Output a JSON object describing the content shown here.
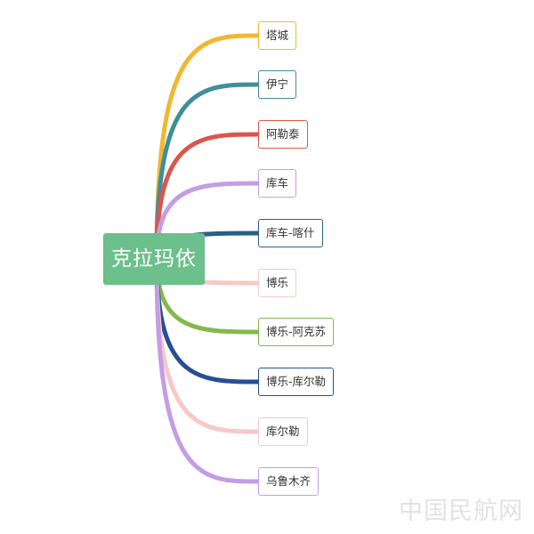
{
  "root": {
    "label": "克拉玛依",
    "color": "#6cc08b"
  },
  "children": [
    {
      "label": "塔城",
      "color": "#f2b731"
    },
    {
      "label": "伊宁",
      "color": "#3f8e9a"
    },
    {
      "label": "阿勒泰",
      "color": "#d9574d"
    },
    {
      "label": "库车",
      "color": "#c39de6"
    },
    {
      "label": "库车-喀什",
      "color": "#2c5f82"
    },
    {
      "label": "博乐",
      "color": "#f7c8c8"
    },
    {
      "label": "博乐-阿克苏",
      "color": "#86b84d"
    },
    {
      "label": "博乐-库尔勒",
      "color": "#254f94"
    },
    {
      "label": "库尔勒",
      "color": "#f7c8c8"
    },
    {
      "label": "乌鲁木齐",
      "color": "#c39de6"
    }
  ],
  "watermark": {
    "text": "中国民航网"
  }
}
